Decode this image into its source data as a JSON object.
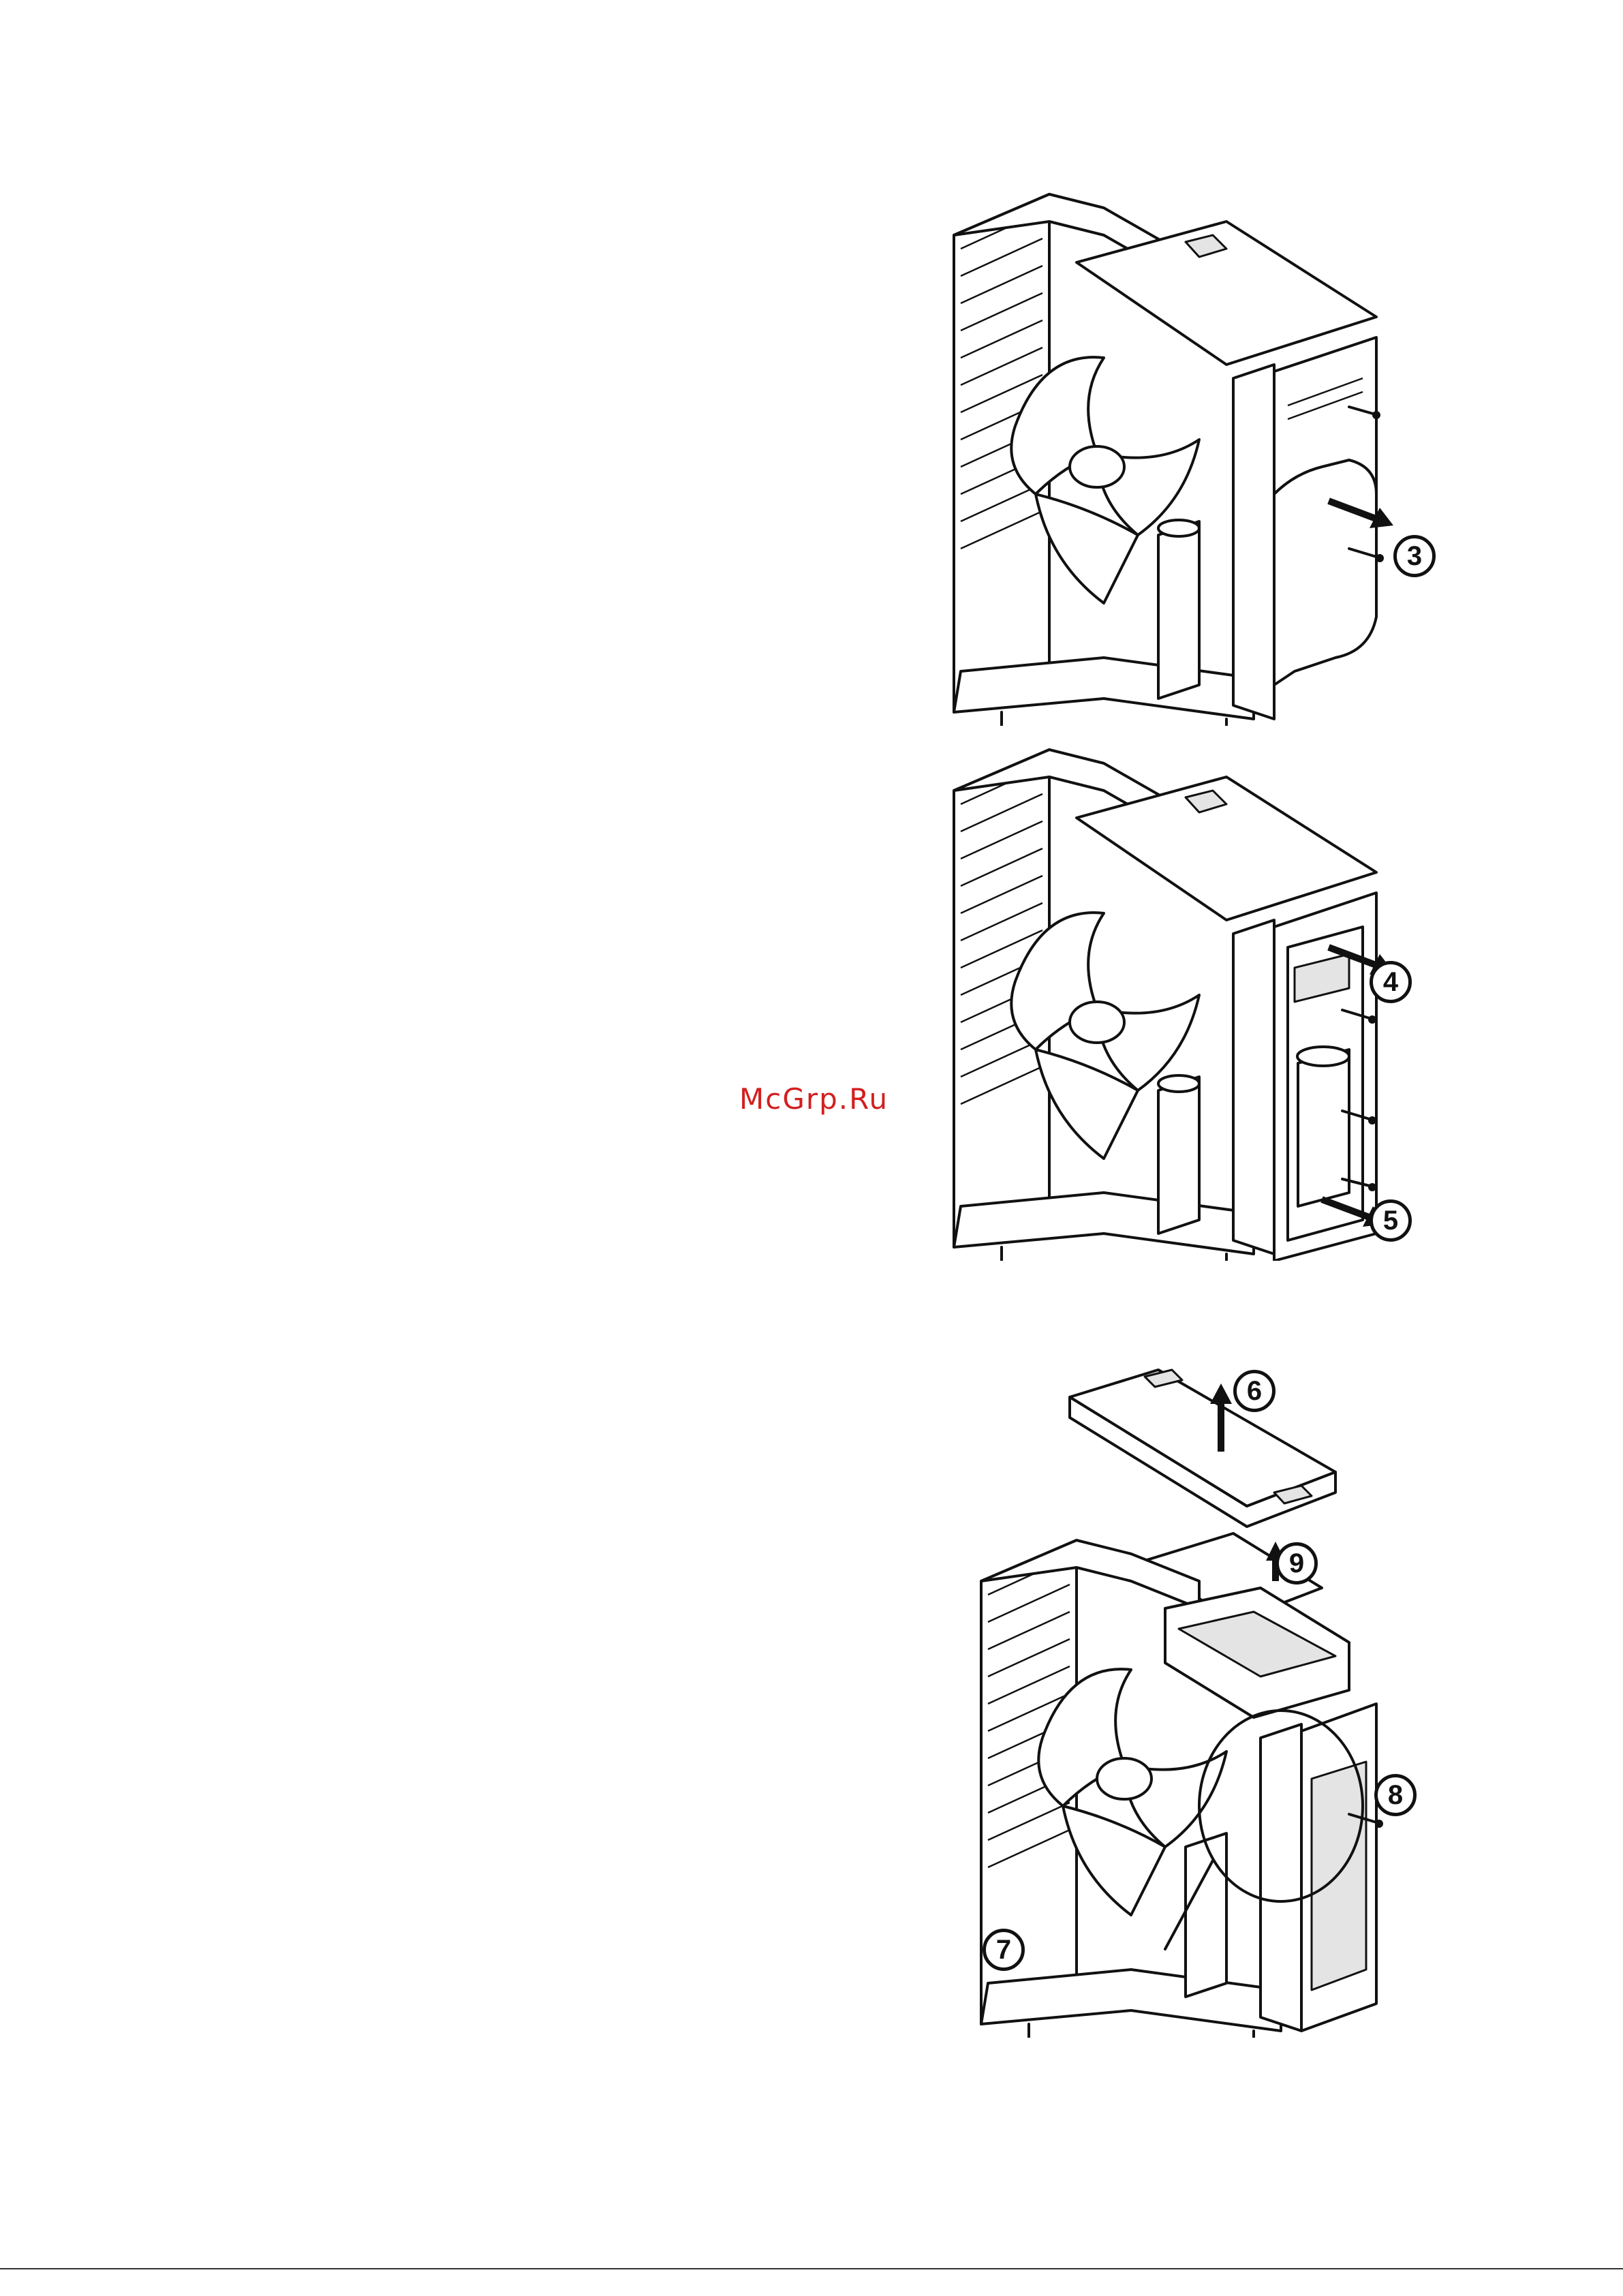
{
  "watermark": "McGrp.Ru",
  "figures": [
    {
      "id": "fig-1",
      "callouts": [
        "3"
      ]
    },
    {
      "id": "fig-2",
      "callouts": [
        "4",
        "5"
      ]
    },
    {
      "id": "fig-3",
      "callouts": [
        "6",
        "9",
        "8",
        "7"
      ]
    }
  ],
  "labels": {
    "c3": "3",
    "c4": "4",
    "c5": "5",
    "c6": "6",
    "c7": "7",
    "c8": "8",
    "c9": "9"
  }
}
